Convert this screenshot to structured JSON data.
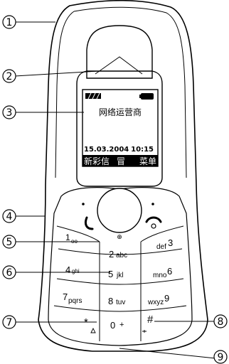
{
  "callouts": [
    "1",
    "2",
    "3",
    "4",
    "5",
    "6",
    "7",
    "8",
    "9"
  ],
  "screen": {
    "operator": "网络运营商",
    "date": "15.03.2004",
    "time": "10:15",
    "softkeys": {
      "left": "新彩信",
      "middle": "冒",
      "right": "菜单"
    }
  },
  "keys": {
    "k1": {
      "digit": "1",
      "letters": "oo"
    },
    "k2": {
      "digit": "2",
      "letters": "abc"
    },
    "k3": {
      "digit": "3",
      "letters": "def"
    },
    "k4": {
      "digit": "4",
      "letters": "ghi"
    },
    "k5": {
      "digit": "5",
      "letters": "jkl"
    },
    "k6": {
      "digit": "6",
      "letters": "mno"
    },
    "k7": {
      "digit": "7",
      "letters": "pqrs"
    },
    "k8": {
      "digit": "8",
      "letters": "tuv"
    },
    "k9": {
      "digit": "9",
      "letters": "wxyz"
    },
    "star": {
      "symbol": "*"
    },
    "zero": {
      "digit": "0",
      "symbol": "+"
    },
    "hash": {
      "symbol": "#"
    }
  },
  "colors": {
    "line": "#000000",
    "screen_bar": "#000000",
    "background": "#ffffff"
  }
}
